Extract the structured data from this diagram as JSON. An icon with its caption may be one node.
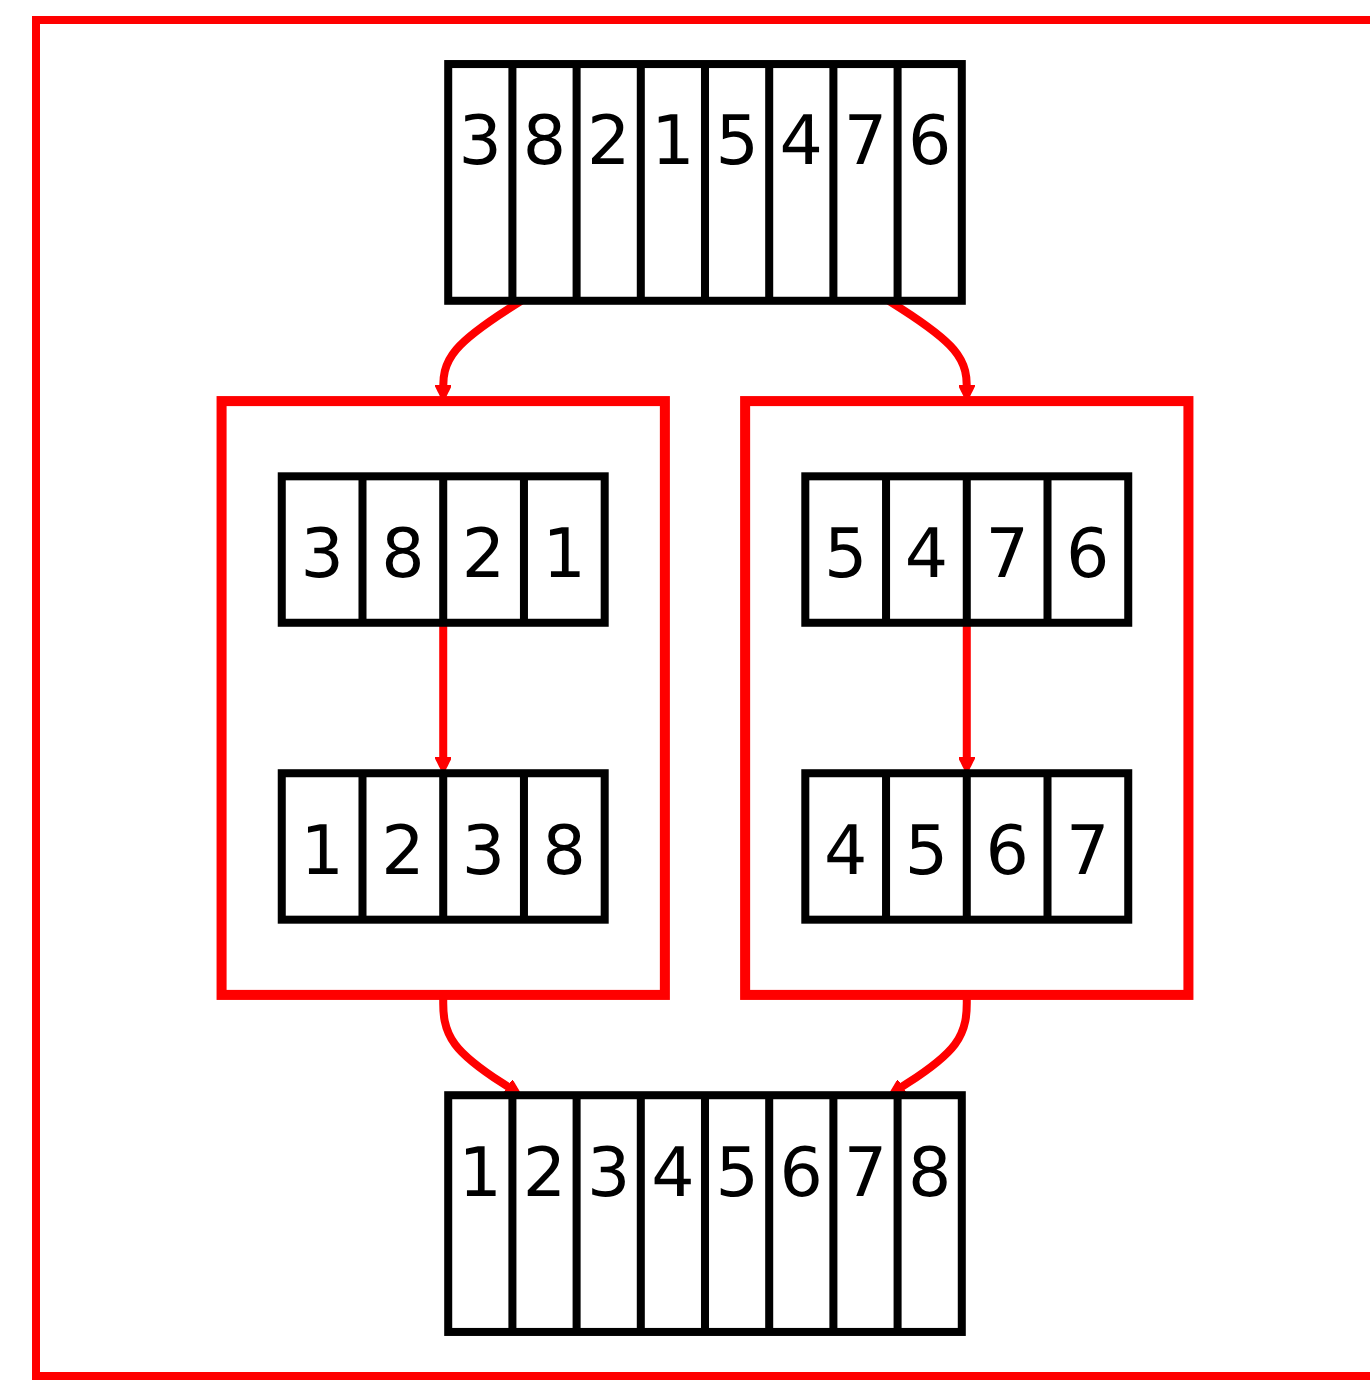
{
  "diagram": {
    "nodes": [
      {
        "text": [
          "3",
          "8",
          "2",
          "1",
          "5",
          "4",
          "7",
          "6"
        ]
      },
      {
        "text": [],
        "shape": "box"
      },
      {
        "text": [
          "3",
          "8",
          "2",
          "1"
        ],
        "in": 1
      },
      {
        "text": [
          "1",
          "2",
          "3",
          "8"
        ],
        "in": 1
      },
      {
        "text": [],
        "shape": "box"
      },
      {
        "text": [
          "5",
          "4",
          "7",
          "6"
        ],
        "in": 4
      },
      {
        "text": [
          "4",
          "5",
          "6",
          "7"
        ],
        "in": 4
      },
      {
        "text": [
          "1",
          "2",
          "3",
          "4",
          "5",
          "6",
          "7",
          "8"
        ]
      }
    ],
    "edges": [
      {
        "from": 0,
        "to": 1,
        "arrow": "to"
      },
      {
        "from": 0,
        "to": 4,
        "arrow": "to"
      },
      {
        "from": 2,
        "to": 3,
        "arrow": "to"
      },
      {
        "from": 5,
        "to": 6,
        "arrow": "to"
      },
      {
        "from": 1,
        "to": 7,
        "arrow": "to"
      },
      {
        "from": 4,
        "to": 7,
        "arrow": "to"
      }
    ]
  }
}
